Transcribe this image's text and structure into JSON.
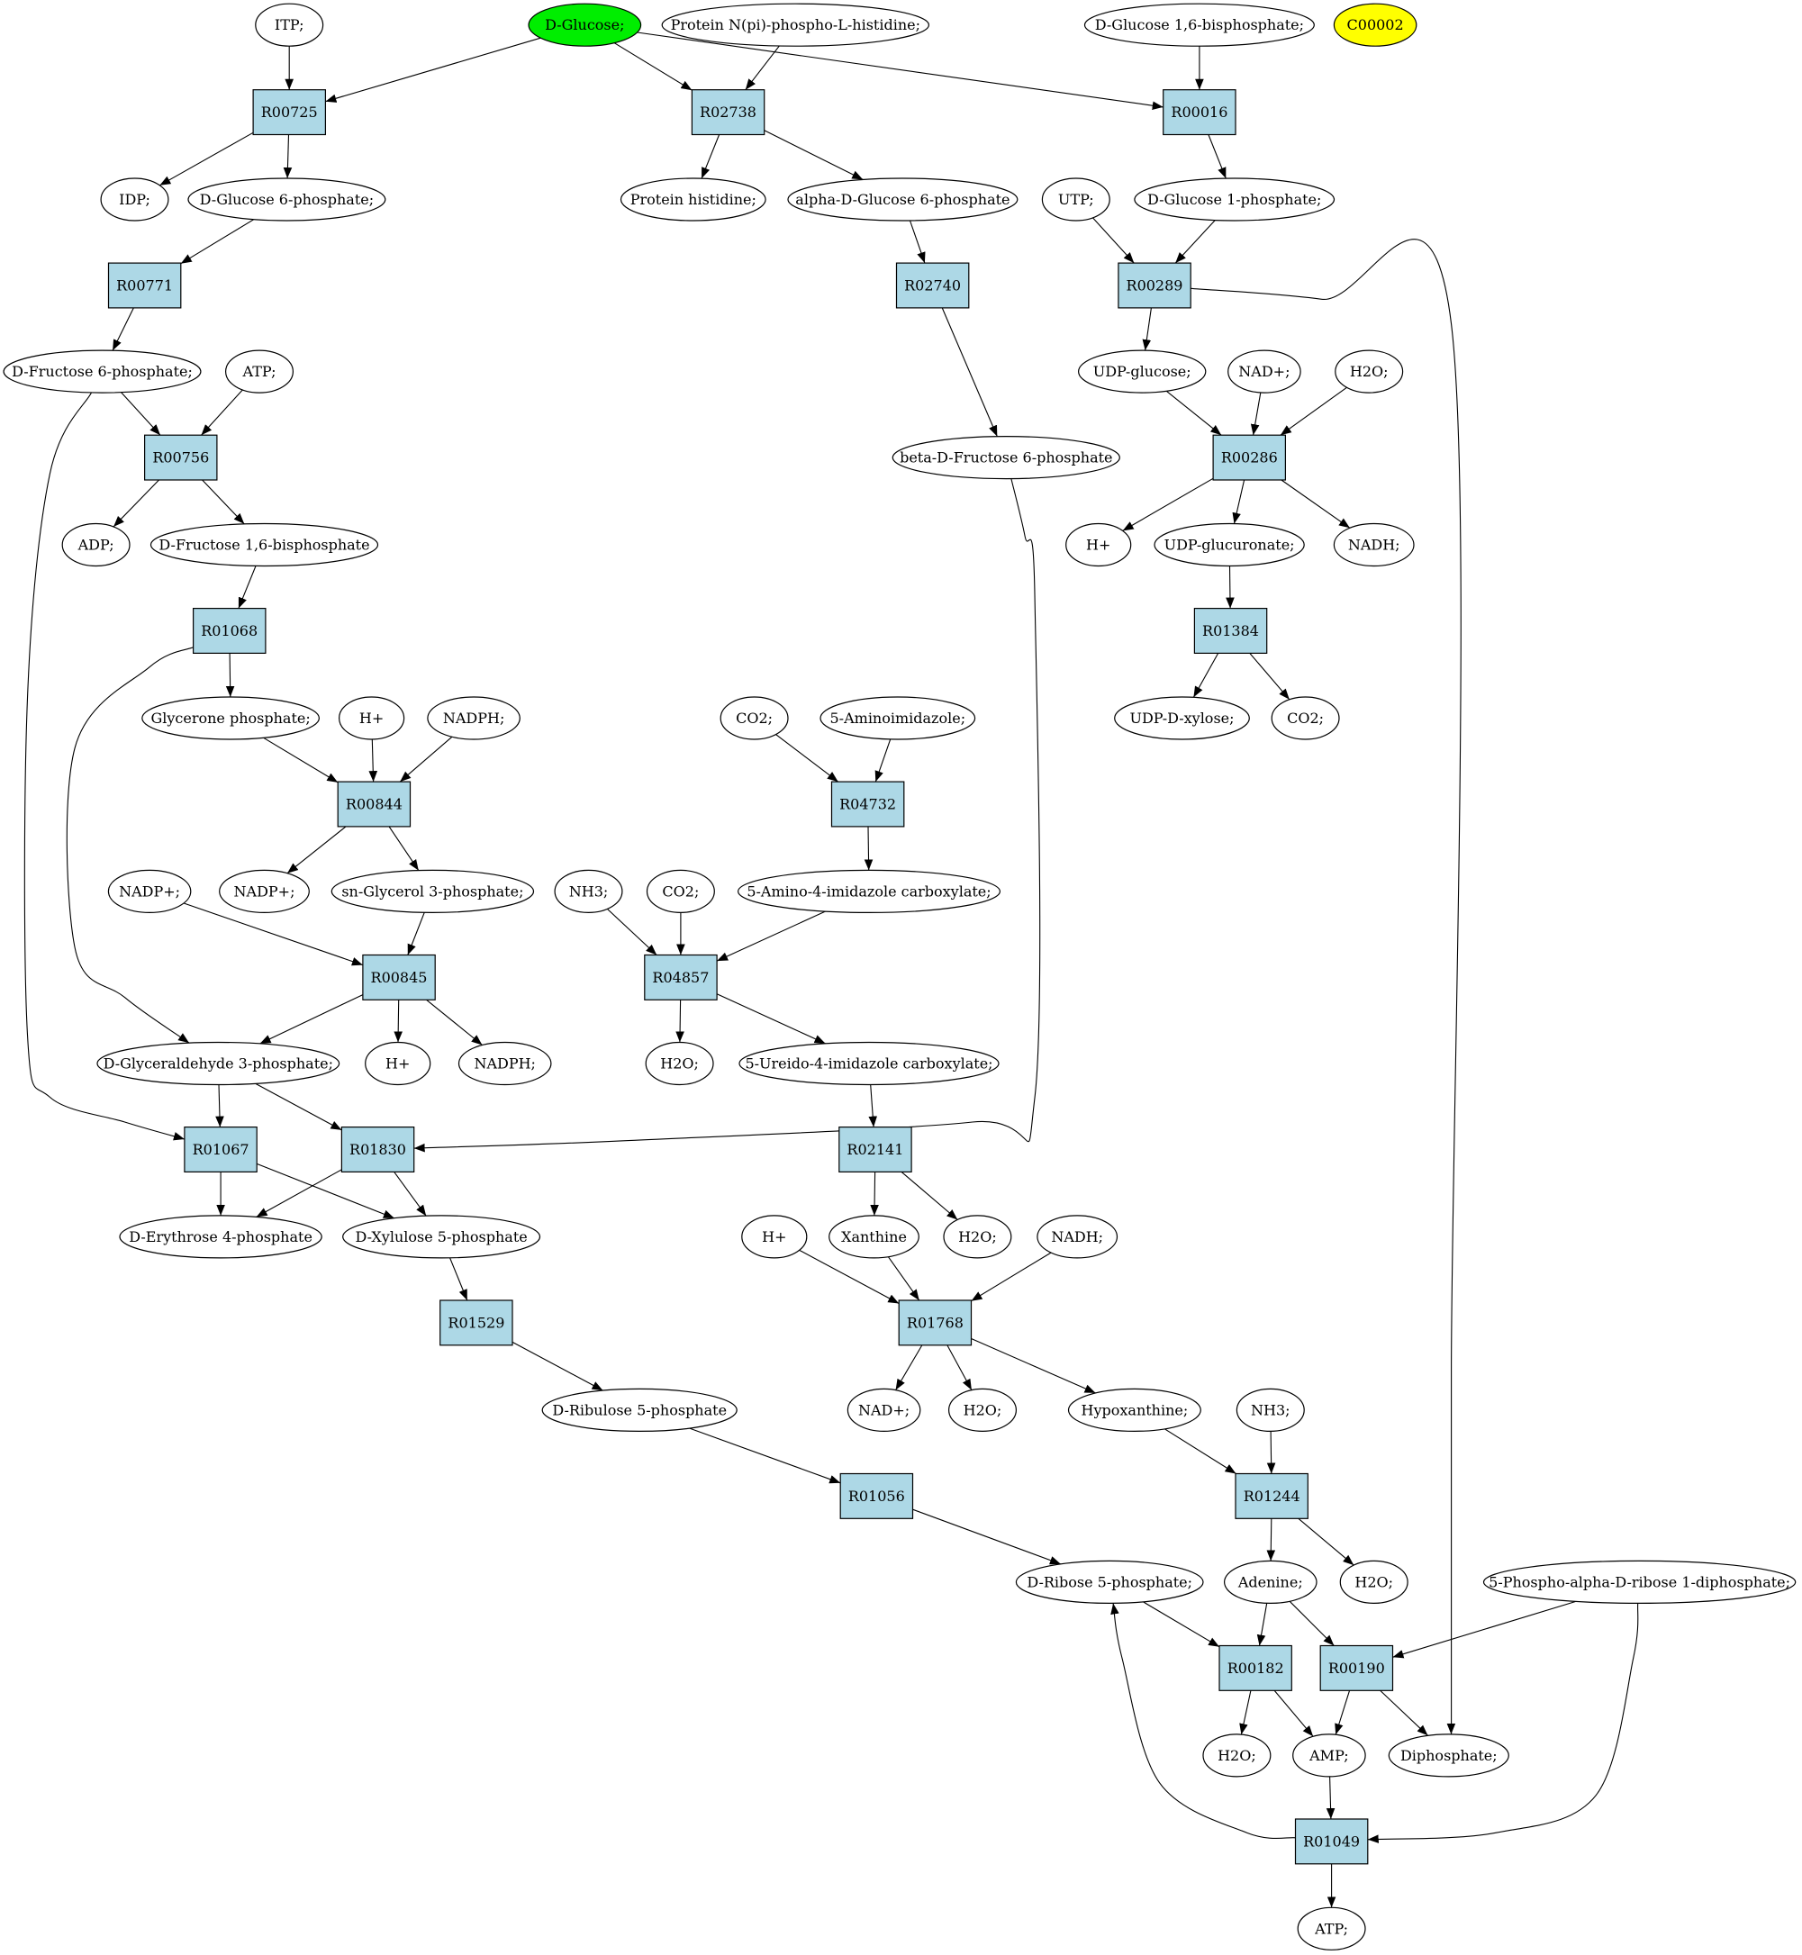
{
  "colors": {
    "compound": "#ffffff",
    "start": "#00ee00",
    "special": "#ffff00",
    "reaction": "#add8e6",
    "stroke": "#000000"
  },
  "nodes": [
    {
      "id": "itp",
      "kind": "compound",
      "label": "ITP;"
    },
    {
      "id": "dglucose",
      "kind": "start",
      "label": "D-Glucose;"
    },
    {
      "id": "protnpi",
      "kind": "compound",
      "label": "Protein N(pi)-phospho-L-histidine;"
    },
    {
      "id": "dg16bp",
      "kind": "compound",
      "label": "D-Glucose 1,6-bisphosphate;"
    },
    {
      "id": "c00002",
      "kind": "special",
      "label": "C00002"
    },
    {
      "id": "R00725",
      "kind": "reaction",
      "label": "R00725"
    },
    {
      "id": "R02738",
      "kind": "reaction",
      "label": "R02738"
    },
    {
      "id": "R00016",
      "kind": "reaction",
      "label": "R00016"
    },
    {
      "id": "idp",
      "kind": "compound",
      "label": "IDP;"
    },
    {
      "id": "dg6p",
      "kind": "compound",
      "label": "D-Glucose 6-phosphate;"
    },
    {
      "id": "prothis",
      "kind": "compound",
      "label": "Protein histidine;"
    },
    {
      "id": "adg6p",
      "kind": "compound",
      "label": "alpha-D-Glucose 6-phosphate"
    },
    {
      "id": "utp",
      "kind": "compound",
      "label": "UTP;"
    },
    {
      "id": "dg1p",
      "kind": "compound",
      "label": "D-Glucose 1-phosphate;"
    },
    {
      "id": "R00771",
      "kind": "reaction",
      "label": "R00771"
    },
    {
      "id": "R02740",
      "kind": "reaction",
      "label": "R02740"
    },
    {
      "id": "R00289",
      "kind": "reaction",
      "label": "R00289"
    },
    {
      "id": "df6p",
      "kind": "compound",
      "label": "D-Fructose 6-phosphate;"
    },
    {
      "id": "atp1",
      "kind": "compound",
      "label": "ATP;"
    },
    {
      "id": "udpglc",
      "kind": "compound",
      "label": "UDP-glucose;"
    },
    {
      "id": "nadp1",
      "kind": "compound",
      "label": "NAD+;"
    },
    {
      "id": "h2o_a",
      "kind": "compound",
      "label": "H2O;"
    },
    {
      "id": "R00756",
      "kind": "reaction",
      "label": "R00756"
    },
    {
      "id": "bdf6p",
      "kind": "compound",
      "label": "beta-D-Fructose 6-phosphate"
    },
    {
      "id": "R00286",
      "kind": "reaction",
      "label": "R00286"
    },
    {
      "id": "adp",
      "kind": "compound",
      "label": "ADP;"
    },
    {
      "id": "df16bp",
      "kind": "compound",
      "label": "D-Fructose 1,6-bisphosphate"
    },
    {
      "id": "hplus_a",
      "kind": "compound",
      "label": "H+"
    },
    {
      "id": "udpglcu",
      "kind": "compound",
      "label": "UDP-glucuronate;"
    },
    {
      "id": "nadh_a",
      "kind": "compound",
      "label": "NADH;"
    },
    {
      "id": "R01068",
      "kind": "reaction",
      "label": "R01068"
    },
    {
      "id": "R01384",
      "kind": "reaction",
      "label": "R01384"
    },
    {
      "id": "glyp",
      "kind": "compound",
      "label": "Glycerone phosphate;"
    },
    {
      "id": "hplus_b",
      "kind": "compound",
      "label": "H+"
    },
    {
      "id": "nadph_a",
      "kind": "compound",
      "label": "NADPH;"
    },
    {
      "id": "co2_a",
      "kind": "compound",
      "label": "CO2;"
    },
    {
      "id": "aminoimid",
      "kind": "compound",
      "label": "5-Aminoimidazole;"
    },
    {
      "id": "udpxyl",
      "kind": "compound",
      "label": "UDP-D-xylose;"
    },
    {
      "id": "co2_b",
      "kind": "compound",
      "label": "CO2;"
    },
    {
      "id": "R00844",
      "kind": "reaction",
      "label": "R00844"
    },
    {
      "id": "R04732",
      "kind": "reaction",
      "label": "R04732"
    },
    {
      "id": "nadpp_a",
      "kind": "compound",
      "label": "NADP+;"
    },
    {
      "id": "nadpp_b",
      "kind": "compound",
      "label": "NADP+;"
    },
    {
      "id": "snglyc",
      "kind": "compound",
      "label": "sn-Glycerol 3-phosphate;"
    },
    {
      "id": "nh3_a",
      "kind": "compound",
      "label": "NH3;"
    },
    {
      "id": "co2_c",
      "kind": "compound",
      "label": "CO2;"
    },
    {
      "id": "aica",
      "kind": "compound",
      "label": "5-Amino-4-imidazole carboxylate;"
    },
    {
      "id": "R00845",
      "kind": "reaction",
      "label": "R00845"
    },
    {
      "id": "R04857",
      "kind": "reaction",
      "label": "R04857"
    },
    {
      "id": "dga3p",
      "kind": "compound",
      "label": "D-Glyceraldehyde 3-phosphate;"
    },
    {
      "id": "hplus_c",
      "kind": "compound",
      "label": "H+"
    },
    {
      "id": "nadph_b",
      "kind": "compound",
      "label": "NADPH;"
    },
    {
      "id": "h2o_b",
      "kind": "compound",
      "label": "H2O;"
    },
    {
      "id": "uica",
      "kind": "compound",
      "label": "5-Ureido-4-imidazole carboxylate;"
    },
    {
      "id": "R01067",
      "kind": "reaction",
      "label": "R01067"
    },
    {
      "id": "R01830",
      "kind": "reaction",
      "label": "R01830"
    },
    {
      "id": "R02141",
      "kind": "reaction",
      "label": "R02141"
    },
    {
      "id": "de4p",
      "kind": "compound",
      "label": "D-Erythrose 4-phosphate"
    },
    {
      "id": "dx5p",
      "kind": "compound",
      "label": "D-Xylulose 5-phosphate"
    },
    {
      "id": "hplus_d",
      "kind": "compound",
      "label": "H+"
    },
    {
      "id": "xanthine",
      "kind": "compound",
      "label": "Xanthine"
    },
    {
      "id": "h2o_c",
      "kind": "compound",
      "label": "H2O;"
    },
    {
      "id": "nadh_b",
      "kind": "compound",
      "label": "NADH;"
    },
    {
      "id": "R01529",
      "kind": "reaction",
      "label": "R01529"
    },
    {
      "id": "R01768",
      "kind": "reaction",
      "label": "R01768"
    },
    {
      "id": "dr5p",
      "kind": "compound",
      "label": "D-Ribulose 5-phosphate"
    },
    {
      "id": "nadp2",
      "kind": "compound",
      "label": "NAD+;"
    },
    {
      "id": "h2o_d",
      "kind": "compound",
      "label": "H2O;"
    },
    {
      "id": "hypox",
      "kind": "compound",
      "label": "Hypoxanthine;"
    },
    {
      "id": "nh3_b",
      "kind": "compound",
      "label": "NH3;"
    },
    {
      "id": "R01056",
      "kind": "reaction",
      "label": "R01056"
    },
    {
      "id": "R01244",
      "kind": "reaction",
      "label": "R01244"
    },
    {
      "id": "drib5p",
      "kind": "compound",
      "label": "D-Ribose 5-phosphate;"
    },
    {
      "id": "adenine",
      "kind": "compound",
      "label": "Adenine;"
    },
    {
      "id": "h2o_e",
      "kind": "compound",
      "label": "H2O;"
    },
    {
      "id": "prpp",
      "kind": "compound",
      "label": "5-Phospho-alpha-D-ribose 1-diphosphate;"
    },
    {
      "id": "R00182",
      "kind": "reaction",
      "label": "R00182"
    },
    {
      "id": "R00190",
      "kind": "reaction",
      "label": "R00190"
    },
    {
      "id": "h2o_f",
      "kind": "compound",
      "label": "H2O;"
    },
    {
      "id": "amp",
      "kind": "compound",
      "label": "AMP;"
    },
    {
      "id": "diphos",
      "kind": "compound",
      "label": "Diphosphate;"
    },
    {
      "id": "R01049",
      "kind": "reaction",
      "label": "R01049"
    },
    {
      "id": "atp2",
      "kind": "compound",
      "label": "ATP;"
    }
  ],
  "edges": [
    [
      "itp",
      "R00725"
    ],
    [
      "dglucose",
      "R00725"
    ],
    [
      "dglucose",
      "R02738"
    ],
    [
      "dglucose",
      "R00016"
    ],
    [
      "protnpi",
      "R02738"
    ],
    [
      "dg16bp",
      "R00016"
    ],
    [
      "R00725",
      "idp"
    ],
    [
      "R00725",
      "dg6p"
    ],
    [
      "R02738",
      "prothis"
    ],
    [
      "R02738",
      "adg6p"
    ],
    [
      "R00016",
      "dg1p"
    ],
    [
      "dg6p",
      "R00771"
    ],
    [
      "adg6p",
      "R02740"
    ],
    [
      "utp",
      "R00289"
    ],
    [
      "dg1p",
      "R00289"
    ],
    [
      "R00771",
      "df6p"
    ],
    [
      "R02740",
      "bdf6p"
    ],
    [
      "R00289",
      "udpglc"
    ],
    [
      "R00289",
      "diphos"
    ],
    [
      "df6p",
      "R00756"
    ],
    [
      "atp1",
      "R00756"
    ],
    [
      "df6p",
      "R01067"
    ],
    [
      "udpglc",
      "R00286"
    ],
    [
      "nadp1",
      "R00286"
    ],
    [
      "h2o_a",
      "R00286"
    ],
    [
      "R00756",
      "adp"
    ],
    [
      "R00756",
      "df16bp"
    ],
    [
      "bdf6p",
      "R01830"
    ],
    [
      "R00286",
      "hplus_a"
    ],
    [
      "R00286",
      "udpglcu"
    ],
    [
      "R00286",
      "nadh_a"
    ],
    [
      "df16bp",
      "R01068"
    ],
    [
      "udpglcu",
      "R01384"
    ],
    [
      "R01068",
      "glyp"
    ],
    [
      "R01068",
      "dga3p"
    ],
    [
      "R01384",
      "udpxyl"
    ],
    [
      "R01384",
      "co2_b"
    ],
    [
      "glyp",
      "R00844"
    ],
    [
      "hplus_b",
      "R00844"
    ],
    [
      "nadph_a",
      "R00844"
    ],
    [
      "co2_a",
      "R04732"
    ],
    [
      "aminoimid",
      "R04732"
    ],
    [
      "R00844",
      "nadpp_b"
    ],
    [
      "R00844",
      "snglyc"
    ],
    [
      "R04732",
      "aica"
    ],
    [
      "nadpp_a",
      "R00845"
    ],
    [
      "snglyc",
      "R00845"
    ],
    [
      "nh3_a",
      "R04857"
    ],
    [
      "co2_c",
      "R04857"
    ],
    [
      "aica",
      "R04857"
    ],
    [
      "R00845",
      "dga3p"
    ],
    [
      "R00845",
      "hplus_c"
    ],
    [
      "R00845",
      "nadph_b"
    ],
    [
      "R04857",
      "h2o_b"
    ],
    [
      "R04857",
      "uica"
    ],
    [
      "dga3p",
      "R01067"
    ],
    [
      "dga3p",
      "R01830"
    ],
    [
      "uica",
      "R02141"
    ],
    [
      "R01067",
      "de4p"
    ],
    [
      "R01067",
      "dx5p"
    ],
    [
      "R01830",
      "de4p"
    ],
    [
      "R01830",
      "dx5p"
    ],
    [
      "R02141",
      "xanthine"
    ],
    [
      "R02141",
      "h2o_c"
    ],
    [
      "dx5p",
      "R01529"
    ],
    [
      "hplus_d",
      "R01768"
    ],
    [
      "xanthine",
      "R01768"
    ],
    [
      "nadh_b",
      "R01768"
    ],
    [
      "R01529",
      "dr5p"
    ],
    [
      "R01768",
      "nadp2"
    ],
    [
      "R01768",
      "h2o_d"
    ],
    [
      "R01768",
      "hypox"
    ],
    [
      "dr5p",
      "R01056"
    ],
    [
      "hypox",
      "R01244"
    ],
    [
      "nh3_b",
      "R01244"
    ],
    [
      "R01056",
      "drib5p"
    ],
    [
      "R01244",
      "adenine"
    ],
    [
      "R01244",
      "h2o_e"
    ],
    [
      "drib5p",
      "R00182"
    ],
    [
      "adenine",
      "R00182"
    ],
    [
      "adenine",
      "R00190"
    ],
    [
      "prpp",
      "R00190"
    ],
    [
      "prpp",
      "R01049"
    ],
    [
      "R00182",
      "h2o_f"
    ],
    [
      "R00182",
      "amp"
    ],
    [
      "R00190",
      "amp"
    ],
    [
      "R00190",
      "diphos"
    ],
    [
      "amp",
      "R01049"
    ],
    [
      "R01049",
      "drib5p"
    ],
    [
      "R01049",
      "atp2"
    ]
  ]
}
